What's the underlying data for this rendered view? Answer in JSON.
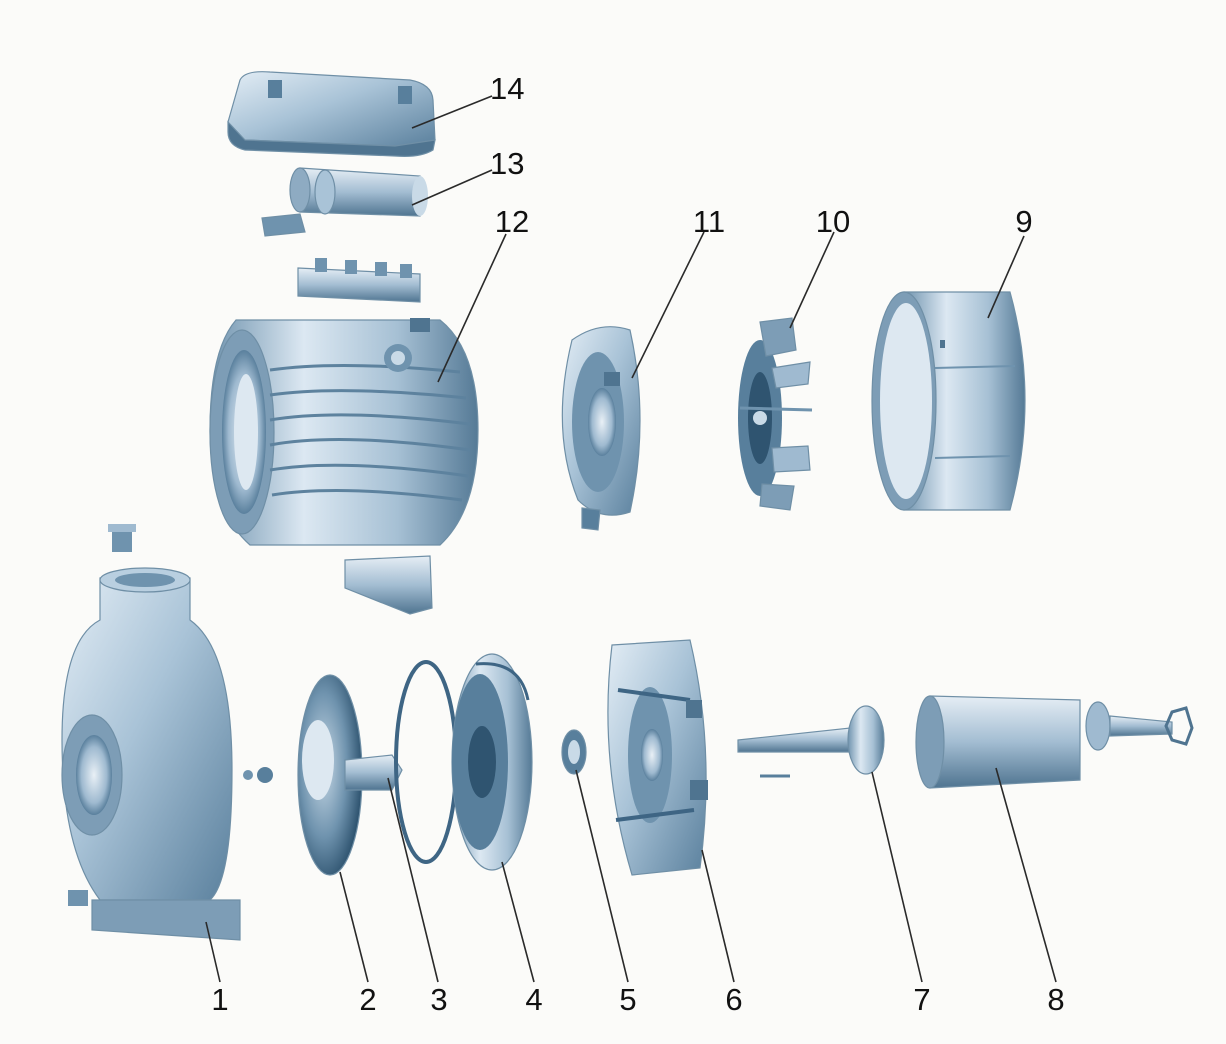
{
  "colors": {
    "part_light": "#dbe7f1",
    "part_mid": "#9fbad0",
    "part_dark": "#587f9c",
    "part_shadow": "#2f5470",
    "outline": "#6f8fa6",
    "label": "#111111",
    "background": "#fbfbf9"
  },
  "callouts": {
    "c1": "1",
    "c2": "2",
    "c3": "3",
    "c4": "4",
    "c5": "5",
    "c6": "6",
    "c7": "7",
    "c8": "8",
    "c9": "9",
    "c10": "10",
    "c11": "11",
    "c12": "12",
    "c13": "13",
    "c14": "14"
  }
}
